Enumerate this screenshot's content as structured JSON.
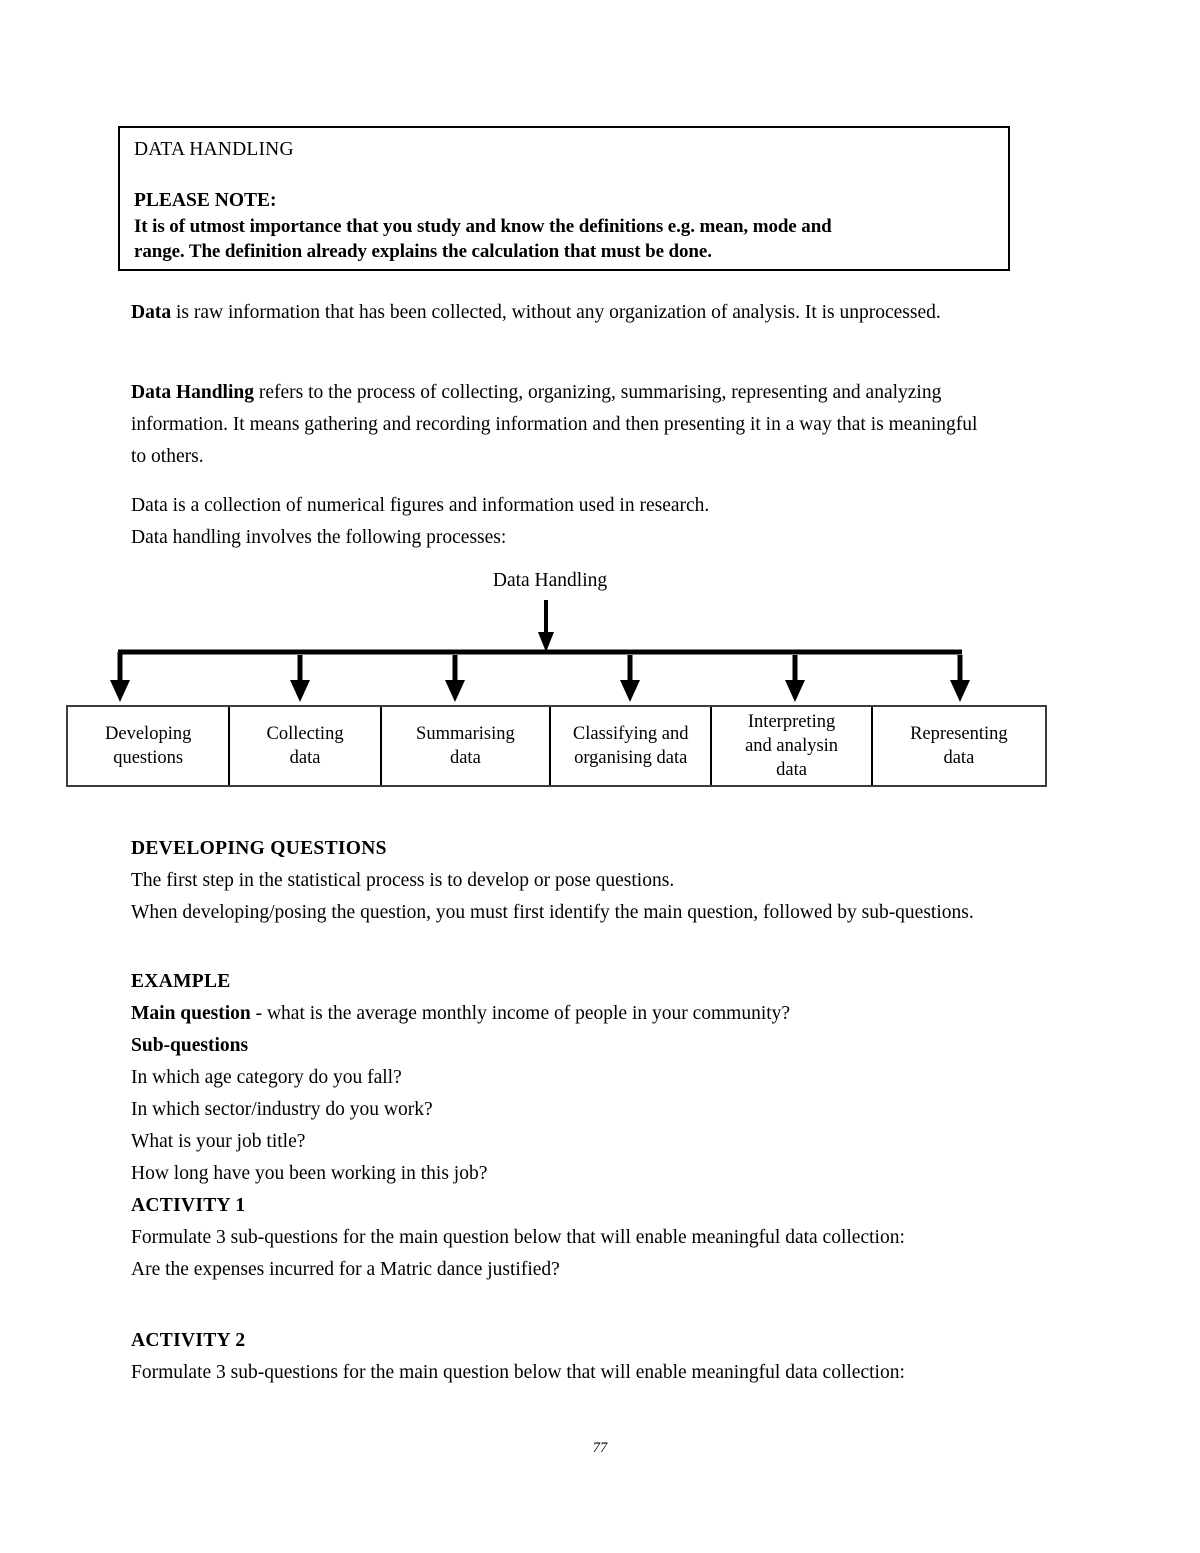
{
  "document": {
    "page_number": "77"
  },
  "notice": {
    "title": "DATA HANDLING",
    "please_note_label": "PLEASE NOTE:",
    "line1": "It is of utmost importance that you study and know the definitions e.g. mean, mode and",
    "line2": "range. The definition already explains   the calculation that must be done."
  },
  "paragraphs": {
    "data": {
      "lead": "Data",
      "rest": " is raw information that has been collected, without any organization of analysis. It is unprocessed."
    },
    "data_handling": {
      "lead": "Data Handling",
      "rest": " refers to the process of collecting, organizing, summarising, representing and analyzing information. It means gathering and recording information and then presenting it in a way that is meaningful to others."
    },
    "collection_line1": "Data is a collection of numerical figures and information used in research.",
    "collection_line2": "Data handling involves the following processes:"
  },
  "flowchart": {
    "root_label": "Data Handling",
    "boxes": [
      {
        "label": "Developing\nquestions"
      },
      {
        "label": "Collecting\ndata"
      },
      {
        "label": "Summarising\ndata"
      },
      {
        "label": "Classifying and\norganising data"
      },
      {
        "label": "Interpreting\nand analysin\ndata"
      },
      {
        "label": "Representing\ndata"
      }
    ]
  },
  "sections": {
    "developing_questions": {
      "heading": "DEVELOPING QUESTIONS",
      "line1": "The first step in the statistical process is to develop or pose questions.",
      "line2": "When developing/posing the question, you must first identify the main question, followed by sub-questions."
    },
    "example": {
      "heading": "EXAMPLE",
      "main_question_label": "Main question",
      "main_question_text": " - what is the average monthly income of people in your community?",
      "sub_questions_label": "Sub-questions",
      "sub_questions": [
        "In which age category do you fall?",
        "In which sector/industry do you work?",
        "What is your job title?",
        "How long have you been working in this job?"
      ]
    },
    "activity1": {
      "heading": "ACTIVITY 1",
      "instruction": "Formulate 3 sub-questions for the main question below that will enable meaningful data collection:",
      "question": "Are the expenses incurred for a Matric dance justified?"
    },
    "activity2": {
      "heading": "ACTIVITY 2",
      "instruction": "Formulate 3 sub-questions for the main question below that will enable meaningful data collection:"
    }
  }
}
